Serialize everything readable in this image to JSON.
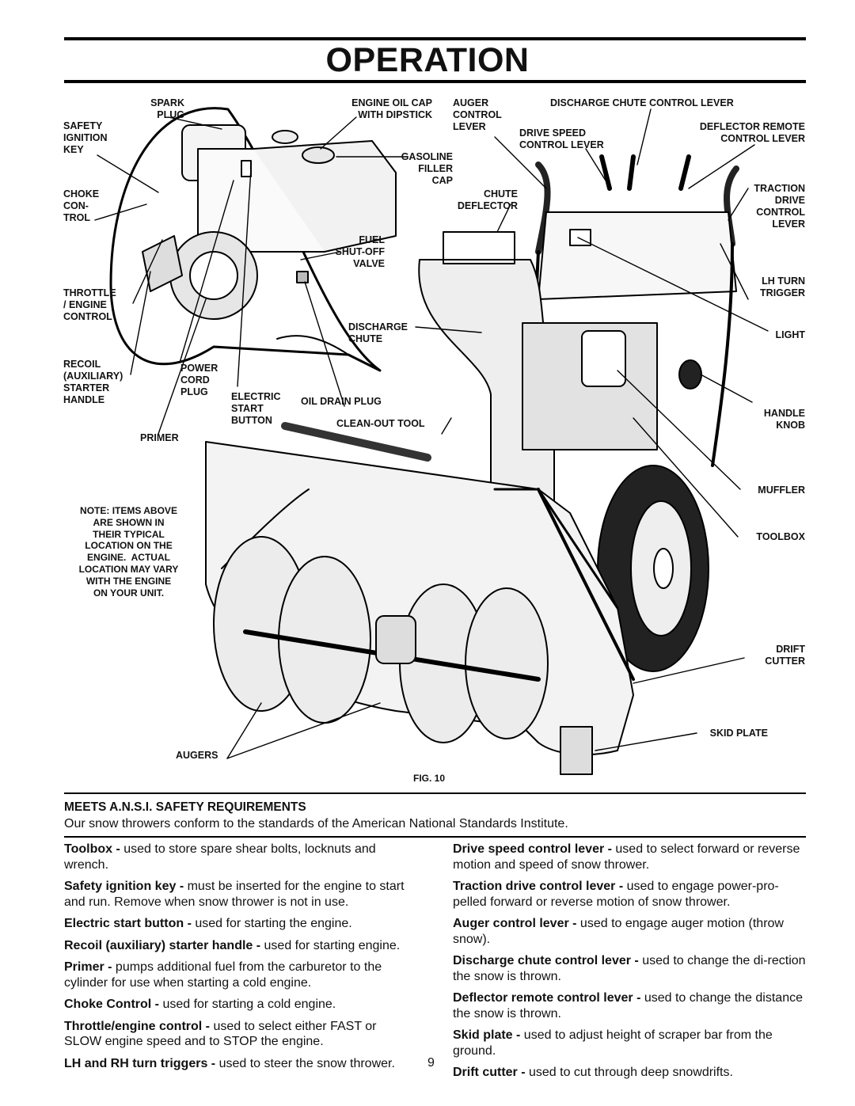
{
  "page": {
    "title": "OPERATION",
    "page_number": "9"
  },
  "figure": {
    "caption": "FIG. 10",
    "note": "NOTE: ITEMS ABOVE\nARE SHOWN IN\nTHEIR TYPICAL\nLOCATION ON THE\nENGINE.  ACTUAL\nLOCATION MAY VARY\nWITH THE ENGINE\nON YOUR UNIT.",
    "labels": {
      "spark_plug": "SPARK\nPLUG",
      "safety_ignition_key": "SAFETY\nIGNITION\nKEY",
      "choke_control": "CHOKE\nCON-\nTROL",
      "throttle_engine_control": "THROTTLE\n/ ENGINE\nCONTROL",
      "recoil_starter_handle": "RECOIL\n(AUXILIARY)\nSTARTER\nHANDLE",
      "power_cord_plug": "POWER\nCORD\nPLUG",
      "electric_start_button": "ELECTRIC\nSTART\nBUTTON",
      "primer": "PRIMER",
      "engine_oil_cap": "ENGINE OIL CAP\nWITH DIPSTICK",
      "gasoline_filler_cap": "GASOLINE\nFILLER\nCAP",
      "fuel_shutoff_valve": "FUEL\nSHUT-OFF\nVALVE",
      "discharge_chute": "DISCHARGE\nCHUTE",
      "oil_drain_plug": "OIL DRAIN PLUG",
      "clean_out_tool": "CLEAN-OUT TOOL",
      "auger_control_lever": "AUGER\nCONTROL\nLEVER",
      "discharge_chute_control_lever": "DISCHARGE CHUTE CONTROL LEVER",
      "drive_speed_control_lever": "DRIVE SPEED\nCONTROL LEVER",
      "deflector_remote_control_lever": "DEFLECTOR REMOTE\nCONTROL LEVER",
      "chute_deflector": "CHUTE\nDEFLECTOR",
      "traction_drive_control_lever": "TRACTION\nDRIVE\nCONTROL\nLEVER",
      "lh_turn_trigger": "LH TURN\nTRIGGER",
      "light": "LIGHT",
      "handle_knob": "HANDLE\nKNOB",
      "muffler": "MUFFLER",
      "toolbox": "TOOLBOX",
      "drift_cutter": "DRIFT\nCUTTER",
      "skid_plate": "SKID PLATE",
      "augers": "AUGERS"
    }
  },
  "ansi": {
    "heading": "MEETS A.N.S.I. SAFETY REQUIREMENTS",
    "text": "Our snow throwers conform to the standards of the American National Standards Institute."
  },
  "descriptions": {
    "left": [
      {
        "term": "Toolbox - ",
        "text": "used to store spare shear bolts, locknuts and wrench."
      },
      {
        "term": "Safety ignition key - ",
        "text": "must be inserted for the engine to start and run.  Remove when snow thrower is not in use."
      },
      {
        "term": "Electric start button - ",
        "text": "used for starting the engine."
      },
      {
        "term": "Recoil (auxiliary) starter handle - ",
        "text": "used for starting engine."
      },
      {
        "term": "Primer - ",
        "text": "pumps additional fuel from the carburetor to the cylinder for use when starting a cold engine."
      },
      {
        "term": "Choke Control - ",
        "text": "used for starting a cold engine."
      },
      {
        "term": "Throttle/engine control - ",
        "text": "used to select either FAST or SLOW engine speed and to STOP the engine."
      },
      {
        "term": "LH and RH turn triggers - ",
        "text": "used to steer the snow thrower."
      }
    ],
    "right": [
      {
        "term": "Drive speed control lever - ",
        "text": "used to select forward or reverse motion and speed of snow thrower."
      },
      {
        "term": "Traction drive control lever - ",
        "text": "used to engage power-pro-pelled forward or reverse motion of snow thrower."
      },
      {
        "term": "Auger control lever - ",
        "text": "used to engage auger motion (throw snow)."
      },
      {
        "term": "Discharge chute control lever - ",
        "text": "used to change the di-rection the snow is thrown."
      },
      {
        "term": "Deflector remote control lever - ",
        "text": "used to change the distance the snow is thrown."
      },
      {
        "term": "Skid plate - ",
        "text": "used to adjust height of scraper bar from the ground."
      },
      {
        "term": "Drift cutter - ",
        "text": "used to cut through deep snowdrifts."
      }
    ]
  }
}
